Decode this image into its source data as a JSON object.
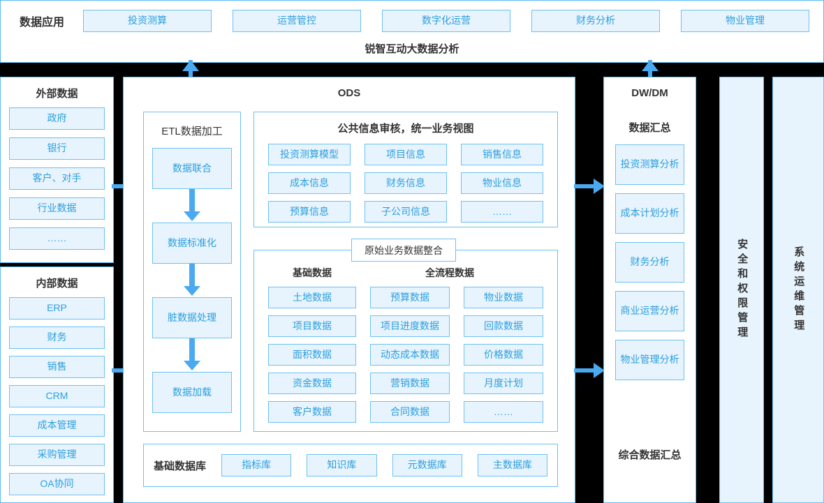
{
  "top": {
    "app_label": "数据应用",
    "apps": [
      "投资测算",
      "运营管控",
      "数字化运营",
      "财务分析",
      "物业管理"
    ],
    "brand_title": "锐智互动大数据分析"
  },
  "sources": {
    "external": {
      "title": "外部数据",
      "items": [
        "政府",
        "银行",
        "客户、对手",
        "行业数据",
        "……"
      ]
    },
    "internal": {
      "title": "内部数据",
      "items": [
        "ERP",
        "财务",
        "销售",
        "CRM",
        "成本管理",
        "采购管理",
        "OA协同"
      ]
    }
  },
  "ods": {
    "title": "ODS",
    "etl": {
      "title": "ETL数据加工",
      "steps": [
        "数据联合",
        "数据标准化",
        "脏数据处理",
        "数据加载"
      ]
    },
    "public_info": {
      "title": "公共信息审核，统一业务视图",
      "items": [
        "投资测算模型",
        "项目信息",
        "销售信息",
        "成本信息",
        "财务信息",
        "物业信息",
        "预算信息",
        "子公司信息",
        "……"
      ]
    },
    "raw": {
      "legend": "原始业务数据整合",
      "basic_header": "基础数据",
      "process_header": "全流程数据",
      "basic": [
        "土地数据",
        "项目数据",
        "面积数据",
        "资金数据",
        "客户数据"
      ],
      "process_col1": [
        "预算数据",
        "项目进度数据",
        "动态成本数据",
        "营销数据",
        "合同数据"
      ],
      "process_col2": [
        "物业数据",
        "回款数据",
        "价格数据",
        "月度计划",
        "……"
      ]
    },
    "base_db": {
      "label": "基础数据库",
      "items": [
        "指标库",
        "知识库",
        "元数据库",
        "主数据库"
      ]
    }
  },
  "dw": {
    "title": "DW/DM",
    "subtitle": "数据汇总",
    "items": [
      "投资测算分析",
      "成本计划分析",
      "财务分析",
      "商业运营分析",
      "物业管理分析"
    ],
    "footer": "综合数据汇总"
  },
  "side_bars": {
    "security": "安全和权限管理",
    "ops": "系统运维管理"
  },
  "colors": {
    "chip_fill": "#e8f4fd",
    "chip_border": "#6cc1f2",
    "chip_text": "#2b9ede",
    "panel_border": "#59bbf2",
    "arrow": "#4aa9f0",
    "heading_text": "#333333",
    "gap_background": "#000000"
  }
}
